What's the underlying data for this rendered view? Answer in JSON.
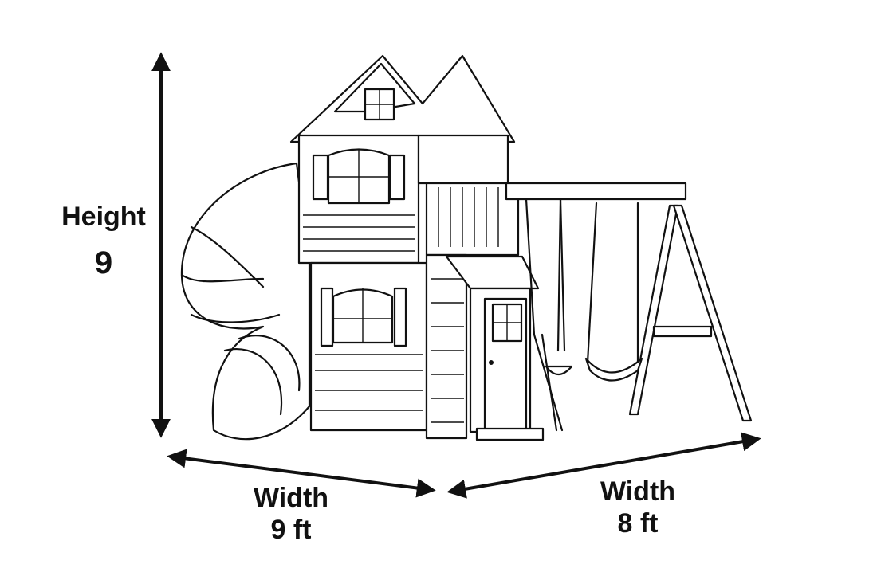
{
  "dimensions": {
    "height": {
      "title": "Height",
      "value": "9"
    },
    "width_left": {
      "title": "Width",
      "value": "9 ft"
    },
    "width_right": {
      "title": "Width",
      "value": "8 ft"
    }
  }
}
